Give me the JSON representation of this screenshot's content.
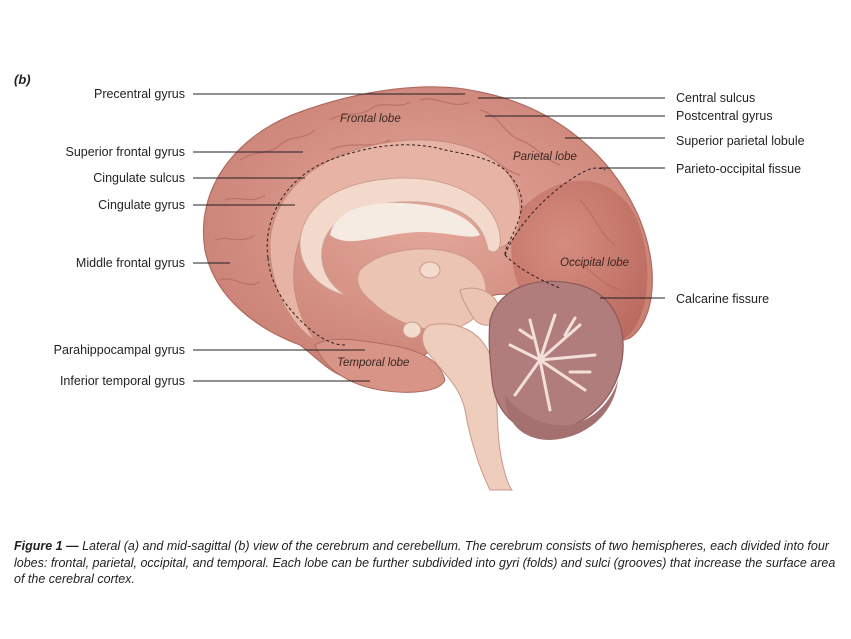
{
  "panel_label": "(b)",
  "labels_left": [
    {
      "key": "precentral",
      "text": "Precentral gyrus"
    },
    {
      "key": "superior-frontal",
      "text": "Superior frontal gyrus"
    },
    {
      "key": "cingulate-sulcus",
      "text": "Cingulate sulcus"
    },
    {
      "key": "cingulate-gyrus",
      "text": "Cingulate gyrus"
    },
    {
      "key": "middle-frontal",
      "text": "Middle frontal gyrus"
    },
    {
      "key": "parahippocampal",
      "text": "Parahippocampal gyrus"
    },
    {
      "key": "inferior-temporal",
      "text": "Inferior temporal gyrus"
    }
  ],
  "labels_right": [
    {
      "key": "central-sulcus",
      "text": "Central sulcus"
    },
    {
      "key": "postcentral",
      "text": "Postcentral gyrus"
    },
    {
      "key": "superior-parietal",
      "text": "Superior parietal lobule"
    },
    {
      "key": "parieto-occipital",
      "text": "Parieto-occipital fissue"
    },
    {
      "key": "calcarine",
      "text": "Calcarine fissure"
    }
  ],
  "lobes": {
    "frontal": "Frontal lobe",
    "parietal": "Parietal lobe",
    "occipital": "Occipital lobe",
    "temporal": "Temporal lobe"
  },
  "caption": {
    "prefix": "Figure 1 —",
    "text": " Lateral (a) and mid-sagittal (b) view of the cerebrum and cerebellum. The cerebrum consists of two hemispheres, each divided into four lobes: frontal, parietal, occipital, and temporal. Each lobe can be further subdivided into gyri (folds) and sulci (grooves) that increase the surface area of the cerebral cortex."
  },
  "colors": {
    "cortex": "#d9968a",
    "cortex_dark": "#b8726a",
    "white_matter": "#f0d6c8",
    "ventricle": "#f4e6dc",
    "cerebellum": "#b27e7e",
    "brainstem": "#edc9b8"
  }
}
